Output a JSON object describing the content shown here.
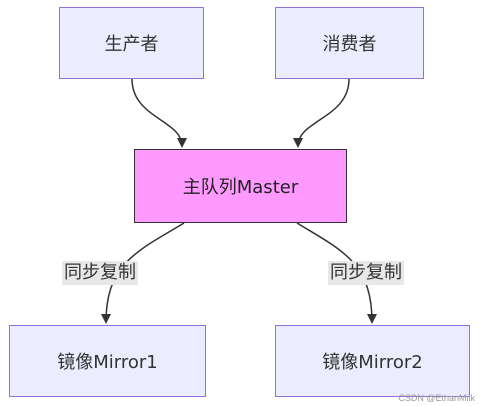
{
  "nodes": {
    "producer": "生产者",
    "consumer": "消费者",
    "master": "主队列Master",
    "mirror1": "镜像Mirror1",
    "mirror2": "镜像Mirror2"
  },
  "edges": {
    "sync_label_1": "同步复制",
    "sync_label_2": "同步复制"
  },
  "watermark": "CSDN @EthanMilk",
  "colors": {
    "node_fill": "#ECECFF",
    "node_border": "#9370DB",
    "master_fill": "#FF99FF",
    "master_border": "#333333",
    "edge_stroke": "#333333",
    "edge_label_bg": "#E8E8E8"
  }
}
